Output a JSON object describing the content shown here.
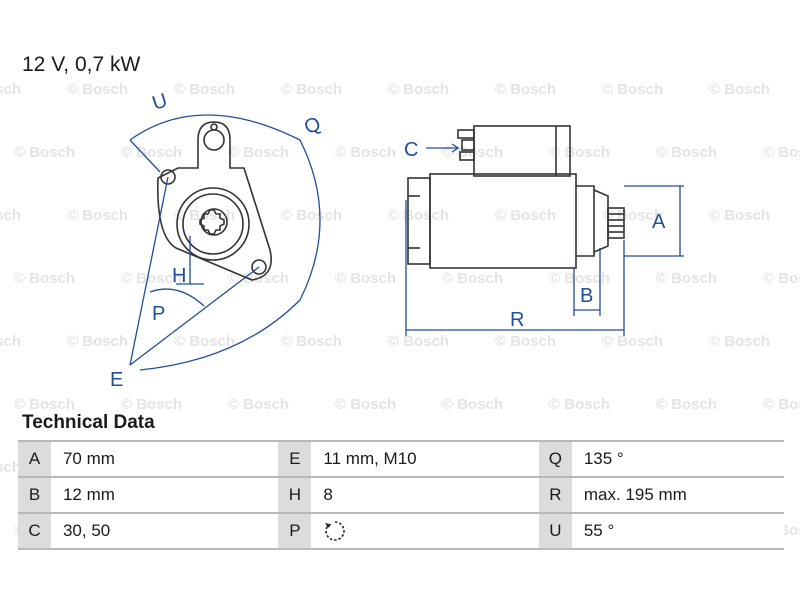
{
  "headline": "12 V, 0,7 kW",
  "watermark": "© Bosch",
  "diagram": {
    "labels": {
      "U": "U",
      "Q": "Q",
      "H": "H",
      "P": "P",
      "E": "E",
      "C": "C",
      "A": "A",
      "B": "B",
      "R": "R"
    },
    "line_color": "#1f4e9a"
  },
  "technical_data": {
    "title": "Technical Data",
    "rows": [
      [
        {
          "key": "A",
          "value": "70 mm"
        },
        {
          "key": "E",
          "value": "11 mm, M10"
        },
        {
          "key": "Q",
          "value": "135 °"
        }
      ],
      [
        {
          "key": "B",
          "value": "12 mm"
        },
        {
          "key": "H",
          "value": "8"
        },
        {
          "key": "R",
          "value": "max. 195 mm"
        }
      ],
      [
        {
          "key": "C",
          "value": "30, 50"
        },
        {
          "key": "P",
          "value": "",
          "icon": "rotation-direction-icon"
        },
        {
          "key": "U",
          "value": "55 °"
        }
      ]
    ]
  }
}
